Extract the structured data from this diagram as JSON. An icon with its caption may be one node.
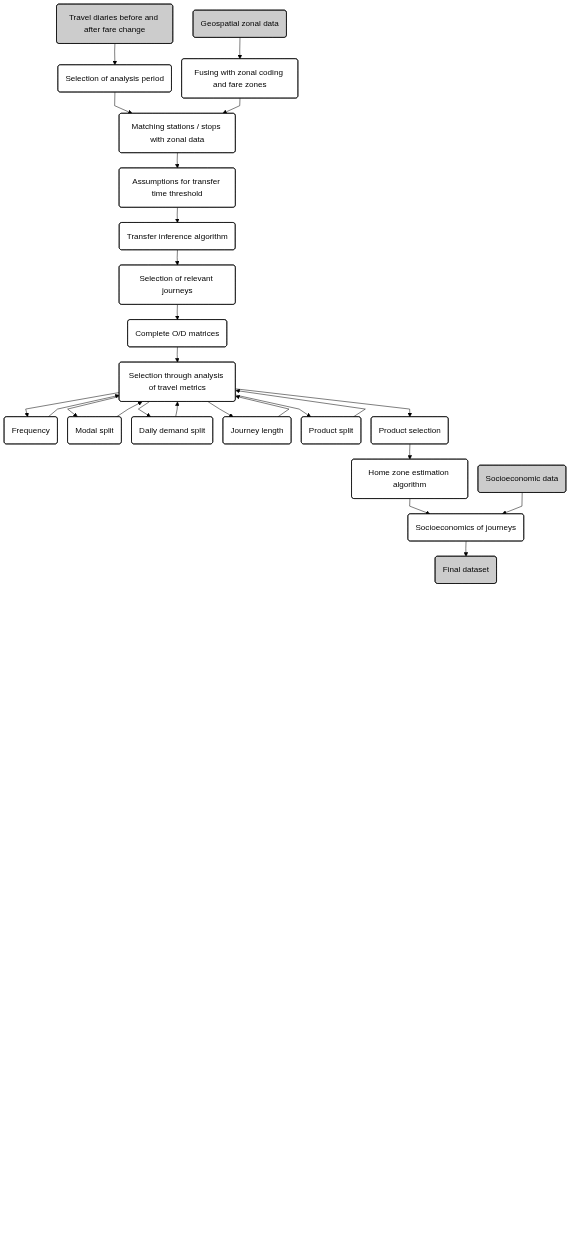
{
  "diagram": {
    "nodes": [
      {
        "text": [
          "Travel diaries before and after fare change"
        ]
      },
      {
        "text": [
          "Geospatial zonal data"
        ]
      },
      {
        "text": [
          "Selection of analysis period"
        ]
      },
      {
        "text": [
          "Matching stations / stops with zonal data"
        ]
      },
      {
        "text": [
          "Fusing with zonal coding and fare zones"
        ]
      },
      {
        "text": [
          "Assumptions for transfer time threshold"
        ]
      },
      {
        "text": [
          "Transfer inference algorithm"
        ]
      },
      {
        "text": [
          "Selection of relevant journeys"
        ]
      },
      {
        "text": [
          "Complete O/D matrices"
        ]
      },
      {
        "text": [
          "Frequency"
        ]
      },
      {
        "text": [
          "Modal split"
        ]
      },
      {
        "text": [
          "Daily demand split"
        ]
      },
      {
        "text": [
          "Journey length"
        ]
      },
      {
        "text": [
          "Product split"
        ]
      },
      {
        "text": [
          "Selection through analysis of travel metrics"
        ]
      },
      {
        "text": [
          "Product selection"
        ]
      },
      {
        "text": [
          "Home zone estimation algorithm"
        ]
      },
      {
        "text": [
          "Socioeconomics of journeys"
        ]
      },
      {
        "text": [
          "Socioeconomic data"
        ]
      },
      {
        "text": [
          "Final dataset"
        ]
      }
    ],
    "edges": [
      {
        "from": 0,
        "to": 2,
        "arrow": "to"
      },
      {
        "from": 2,
        "to": 3,
        "arrow": "to"
      },
      {
        "from": 1,
        "to": 4,
        "arrow": "to"
      },
      {
        "from": 4,
        "to": 3,
        "arrow": "to"
      },
      {
        "from": 3,
        "to": 5,
        "arrow": "to"
      },
      {
        "from": 5,
        "to": 6,
        "arrow": "to"
      },
      {
        "from": 6,
        "to": 7,
        "arrow": "to"
      },
      {
        "from": 7,
        "to": 8,
        "arrow": "to"
      },
      {
        "from": 8,
        "to": 14,
        "arrow": "to"
      },
      {
        "from": 14,
        "to": 9,
        "arrow": "to"
      },
      {
        "from": 14,
        "to": 10,
        "arrow": "to"
      },
      {
        "from": 14,
        "to": 11,
        "arrow": "to"
      },
      {
        "from": 14,
        "to": 12,
        "arrow": "to"
      },
      {
        "from": 14,
        "to": 13,
        "arrow": "to"
      },
      {
        "from": 9,
        "to": 14,
        "arrow": "to"
      },
      {
        "from": 10,
        "to": 14,
        "arrow": "to"
      },
      {
        "from": 11,
        "to": 14,
        "arrow": "to"
      },
      {
        "from": 12,
        "to": 14,
        "arrow": "to"
      },
      {
        "from": 13,
        "to": 14,
        "arrow": "to"
      },
      {
        "from": 14,
        "to": 15,
        "arrow": "to"
      },
      {
        "from": 15,
        "to": 16,
        "arrow": "to"
      },
      {
        "from": 16,
        "to": 17,
        "arrow": "to"
      },
      {
        "from": 18,
        "to": 17,
        "arrow": "to"
      },
      {
        "from": 17,
        "to": 19,
        "arrow": "to"
      }
    ]
  }
}
